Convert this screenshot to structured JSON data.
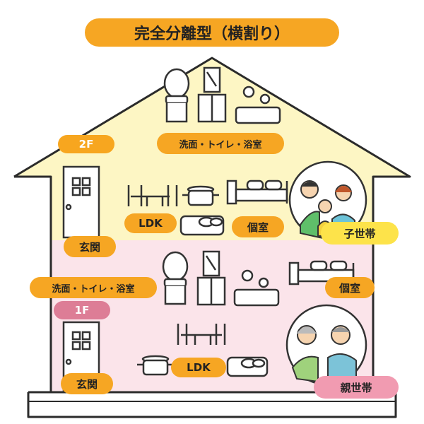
{
  "title": "完全分離型（横割り）",
  "floors": {
    "upper": {
      "label": "2F",
      "bath_label": "洗面・トイレ・浴室",
      "ldk_label": "LDK",
      "room_label": "個室",
      "entrance_label": "玄関",
      "family_label": "子世帯"
    },
    "lower": {
      "label": "1F",
      "bath_label": "洗面・トイレ・浴室",
      "ldk_label": "LDK",
      "room_label": "個室",
      "entrance_label": "玄関",
      "family_label": "親世帯"
    }
  },
  "colors": {
    "title_pill": "#f6a623",
    "label_pill": "#f6a623",
    "upper_floor_fill": "#fdf6c4",
    "lower_floor_fill": "#fbe4ea",
    "family_badge_upper": "#fde34a",
    "family_badge_lower": "#f19bb1",
    "floor_tag_upper": "#f7a61f",
    "floor_tag_lower": "#dd7d96",
    "outline": "#2b2b2b"
  },
  "icons": [
    "toilet-icon",
    "vanity-mirror-icon",
    "bathtub-icon",
    "door-icon",
    "dining-set-icon",
    "pot-icon",
    "bed-icon",
    "sofa-icon",
    "family-portrait-icon"
  ]
}
